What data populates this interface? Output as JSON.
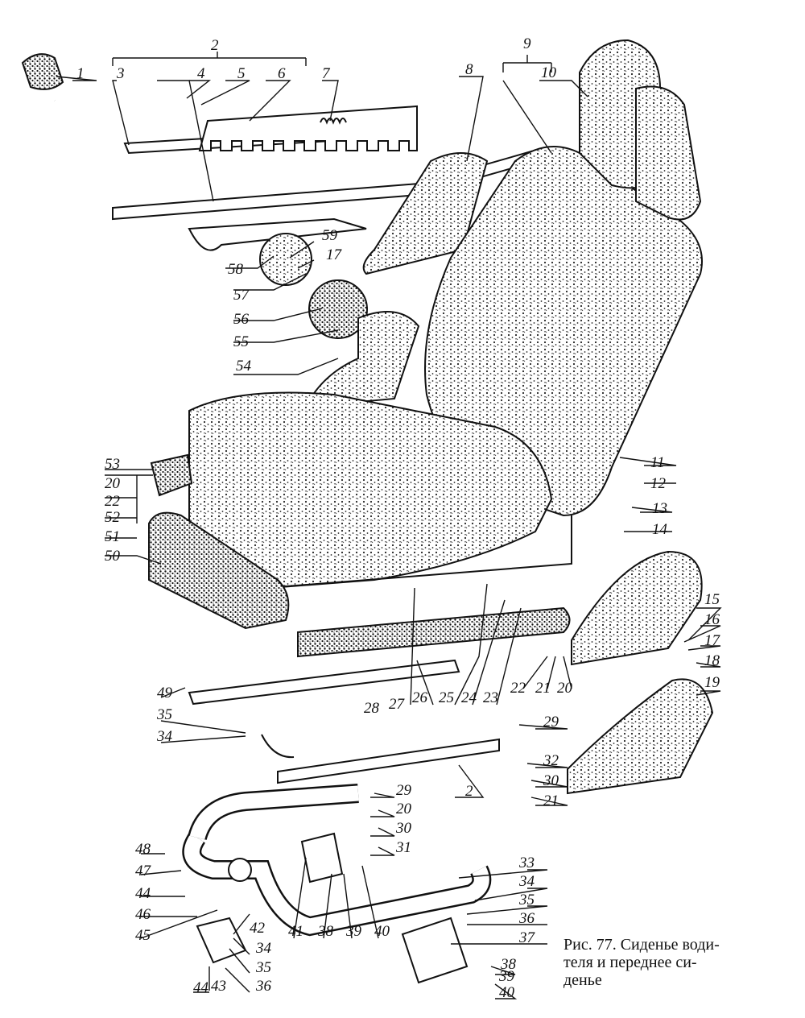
{
  "figure": {
    "caption_lines": [
      "Рис. 77. Сиденье води-",
      "теля и переднее си-",
      "денье"
    ]
  },
  "callouts": [
    "1",
    "2",
    "3",
    "4",
    "5",
    "6",
    "7",
    "8",
    "9",
    "10",
    "11",
    "12",
    "13",
    "14",
    "15",
    "16",
    "17",
    "18",
    "19",
    "20",
    "21",
    "22",
    "23",
    "24",
    "25",
    "26",
    "27",
    "28",
    "29",
    "30",
    "31",
    "32",
    "33",
    "34",
    "35",
    "36",
    "37",
    "38",
    "39",
    "40",
    "41",
    "42",
    "43",
    "44",
    "45",
    "46",
    "47",
    "48",
    "49",
    "50",
    "51",
    "52",
    "53",
    "54",
    "55",
    "56",
    "57",
    "58",
    "59"
  ],
  "extra_labels": {
    "l2b": "2",
    "l17b": "17",
    "l20b": "20",
    "l20c": "20",
    "l21b": "21",
    "l22b": "22",
    "l29b": "29",
    "l30b": "30",
    "l34b": "34",
    "l34c": "34",
    "l35b": "35",
    "l35c": "35",
    "l36b": "36",
    "l38b": "38",
    "l39b": "39",
    "l40b": "40",
    "l44b": "44"
  },
  "colors": {
    "ink": "#111111",
    "paper": "#ffffff",
    "stipple": "#2a2a2a"
  }
}
